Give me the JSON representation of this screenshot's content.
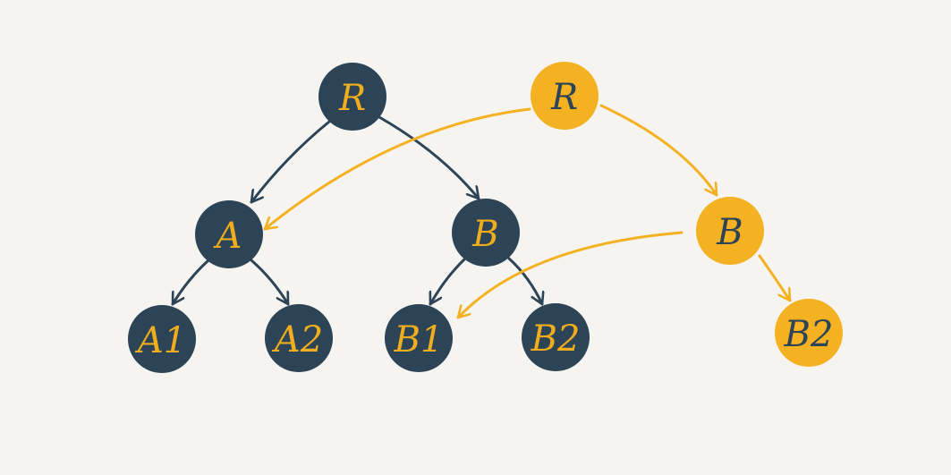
{
  "colors": {
    "background": "#f6f4f1",
    "dark_node": "#2c4456",
    "dark_text": "#f0ad1e",
    "gold_node": "#f4b223",
    "gold_text": "#2c4456",
    "dark_edge": "#2c4456",
    "gold_edge": "#f4b223"
  },
  "original_tree": {
    "nodes": [
      {
        "id": "R",
        "label": "R"
      },
      {
        "id": "A",
        "label": "A"
      },
      {
        "id": "B",
        "label": "B"
      },
      {
        "id": "A1",
        "label": "A1"
      },
      {
        "id": "A2",
        "label": "A2"
      },
      {
        "id": "B1",
        "label": "B1"
      },
      {
        "id": "B2",
        "label": "B2"
      }
    ],
    "edges": [
      {
        "from": "R",
        "to": "A"
      },
      {
        "from": "R",
        "to": "B"
      },
      {
        "from": "A",
        "to": "A1"
      },
      {
        "from": "A",
        "to": "A2"
      },
      {
        "from": "B",
        "to": "B1"
      },
      {
        "from": "B",
        "to": "B2"
      }
    ]
  },
  "new_tree": {
    "nodes": [
      {
        "id": "R_new",
        "label": "R"
      },
      {
        "id": "B_new",
        "label": "B"
      },
      {
        "id": "B2_new",
        "label": "B2"
      }
    ],
    "edges": [
      {
        "from": "R_new",
        "to": "A"
      },
      {
        "from": "R_new",
        "to": "B_new"
      },
      {
        "from": "B_new",
        "to": "B1"
      },
      {
        "from": "B_new",
        "to": "B2_new"
      }
    ]
  }
}
